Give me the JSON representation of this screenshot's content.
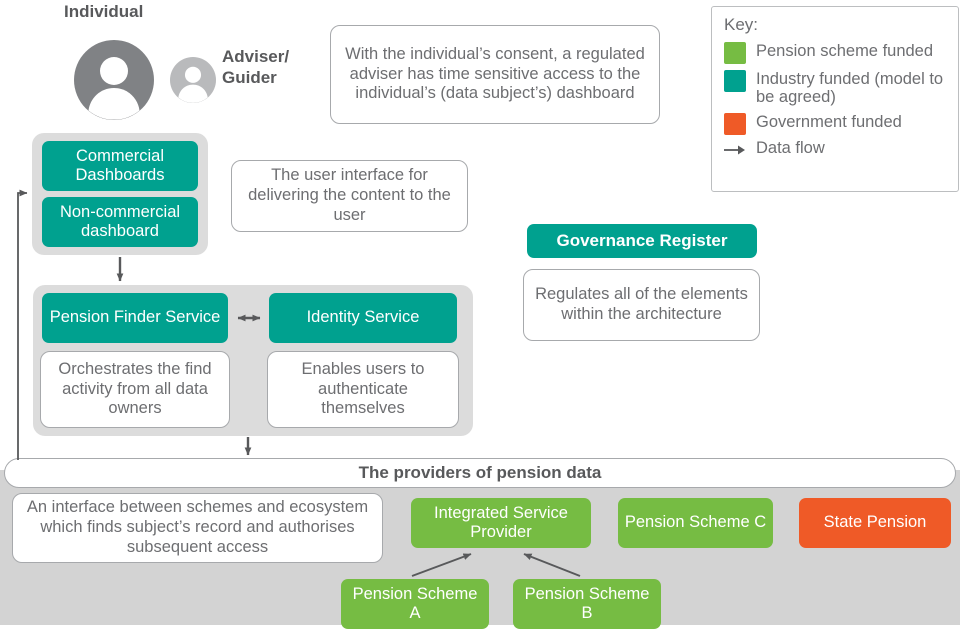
{
  "diagram": {
    "title_individual": "Individual",
    "adviser_label": "Adviser/\nGuider",
    "consent_note": "With the individual’s consent, a regulated adviser has time sensitive access to the individual’s (data subject’s) dashboard",
    "dashboards": {
      "commercial": "Commercial Dashboards",
      "non_commercial": "Non-commercial dashboard",
      "note": "The user interface for delivering the content to the user"
    },
    "services": {
      "pension_finder": "Pension Finder Service",
      "pension_finder_note": "Orchestrates the find activity from all data owners",
      "identity": "Identity Service",
      "identity_note": "Enables users to authenticate themselves"
    },
    "governance": {
      "title": "Governance Register",
      "note": "Regulates all of the elements within the architecture"
    },
    "providers": {
      "bar_title": "The providers of pension data",
      "interface_note": "An interface between schemes and ecosystem which finds subject’s record and authorises subsequent access",
      "nodes": [
        {
          "label": "Integrated Service Provider",
          "color": "green"
        },
        {
          "label": "Pension Scheme C",
          "color": "green"
        },
        {
          "label": "State Pension",
          "color": "orange"
        },
        {
          "label": "Pension Scheme A",
          "color": "green"
        },
        {
          "label": "Pension Scheme B",
          "color": "green"
        }
      ]
    },
    "key": {
      "title": "Key:",
      "items": [
        {
          "label": "Pension scheme funded",
          "color": "#76bc43",
          "swatch": "square"
        },
        {
          "label": "Industry funded (model to be agreed)",
          "color": "#00a18f",
          "swatch": "square"
        },
        {
          "label": "Government funded",
          "color": "#ef5a27",
          "swatch": "square"
        },
        {
          "label": "Data flow",
          "color": "#58595b",
          "swatch": "arrow"
        }
      ]
    },
    "colors": {
      "pension_scheme_funded": "#76bc43",
      "industry_funded": "#00a18f",
      "government_funded": "#ef5a27",
      "text": "#58595b",
      "note_text": "#6d6e71",
      "panel": "#d3d3d3",
      "group": "#dcdcdc",
      "arrow": "#58595b"
    }
  }
}
